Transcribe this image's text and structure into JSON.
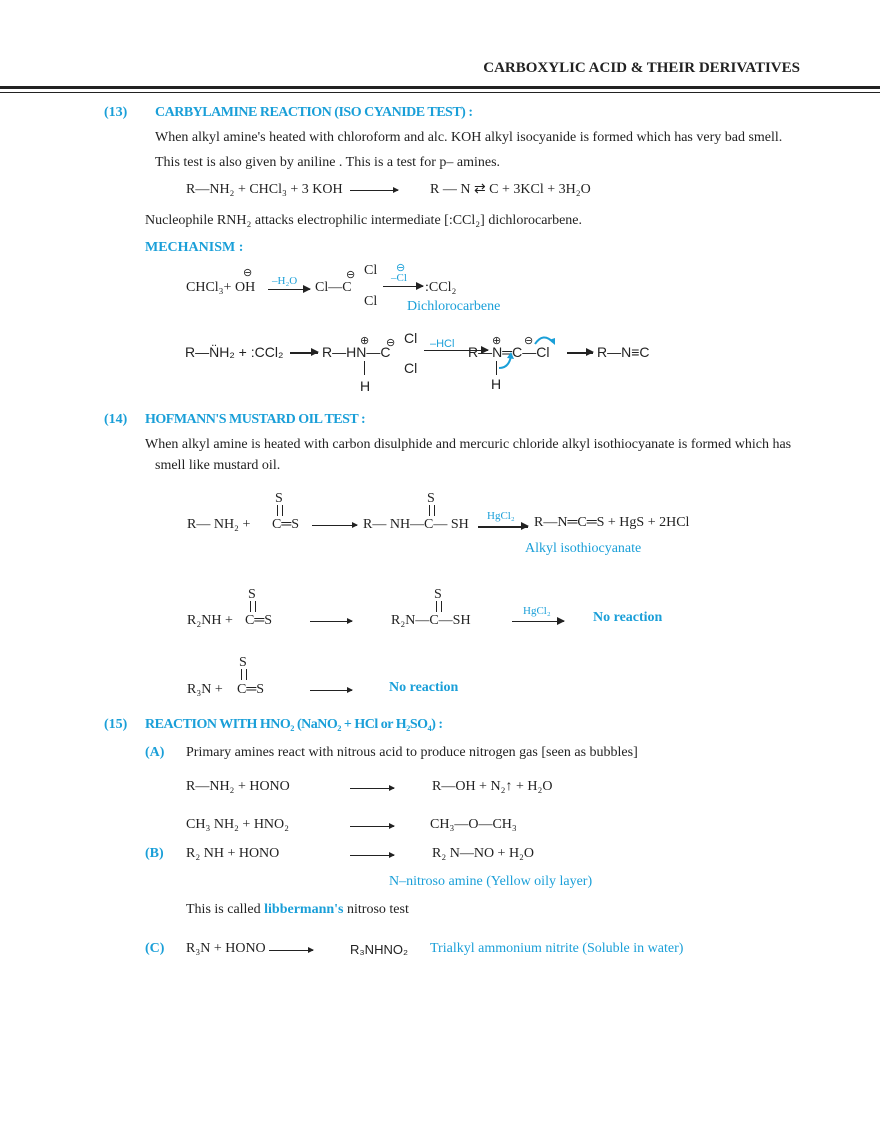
{
  "header": {
    "title": "CARBOXYLIC ACID & THEIR DERIVATIVES"
  },
  "colors": {
    "accent": "#1a9fd8",
    "text": "#222222"
  },
  "s13": {
    "num": "(13)",
    "title": "CARBYLAMINE REACTION (ISO CYANIDE TEST) :",
    "p1": "When alkyl amine's heated with chloroform and alc. KOH alkyl isocyanide is formed which has very bad smell.",
    "p2": "This test is also given by aniline . This is a test for p– amines.",
    "eq_left": "R—NH₂ + CHCl₃ + 3 KOH",
    "eq_right": "R — N ⇄ C + 3KCl + 3H₂O",
    "p3": "Nucleophile RNH₂ attacks  electrophilic intermediate [:CCl₂] dichlorocarbene.",
    "mech_label": "MECHANISM :",
    "m1": {
      "reactants": "CHCl₃+ OH",
      "charge": "⊖",
      "cond1": "–H₂O",
      "inter_left": "Cl—C",
      "cl": "Cl",
      "cond2_charge": "⊖",
      "cond2": "–Cl",
      "product": ":CCl₂",
      "product_name": "Dichlorocarbene"
    },
    "m2": {
      "reactants": "R—N̈H₂ + :CCl₂",
      "inter": "R—HN—C",
      "plus": "⊕",
      "minus": "⊖",
      "cl": "Cl",
      "h": "H",
      "cond": "–HCl",
      "inter2": "R—N═C—Cl",
      "final": "R—N≡C"
    }
  },
  "s14": {
    "num": "(14)",
    "title": "HOFMANN'S MUSTARD OIL TEST :",
    "p1": "When alkyl amine is heated with carbon disulphide and mercuric chloride alkyl isothiocyanate is formed which has",
    "p2": "smell like mustard oil.",
    "r1": {
      "reactants": "R— NH₂  +",
      "cs2": "C═S",
      "s": "S",
      "inter": "R— NH—C— SH",
      "cond": "HgCl₂",
      "product": "R—N═C═S + HgS + 2HCl",
      "product_name": "Alkyl isothiocyanate"
    },
    "r2": {
      "reactants": "R₂NH +",
      "cs2": "C═S",
      "s": "S",
      "inter": "R₂N—C—SH",
      "cond": "HgCl₂",
      "result": "No reaction"
    },
    "r3": {
      "reactants": "R₃N +",
      "cs2": "C═S",
      "s": "S",
      "result": "No reaction"
    }
  },
  "s15": {
    "num": "(15)",
    "title": "REACTION WITH HNO₂ (NaNO₂ + HCl or H₂SO₄) :",
    "A": {
      "label": "(A)",
      "text": "Primary amines react with nitrous acid to produce nitrogen gas [seen as bubbles]",
      "eq1_left": "R—NH₂ + HONO",
      "eq1_right": "R—OH + N₂↑ + H₂O",
      "eq2_left": "CH₃ NH₂ + HNO₂",
      "eq2_right": "CH₃—O—CH₃"
    },
    "B": {
      "label": "(B)",
      "eq_left": "R₂ NH + HONO",
      "eq_right": "R₂ N—NO + H₂O",
      "note": "N–nitroso amine (Yellow oily layer)",
      "text_pre": "This is called ",
      "text_em": "libbermann's",
      "text_post": " nitroso test"
    },
    "C": {
      "label": "(C)",
      "eq_left": "R₃N + HONO",
      "eq_right": "R₃NHNO₂",
      "note": "Trialkyl ammonium nitrite (Soluble in water)"
    }
  }
}
